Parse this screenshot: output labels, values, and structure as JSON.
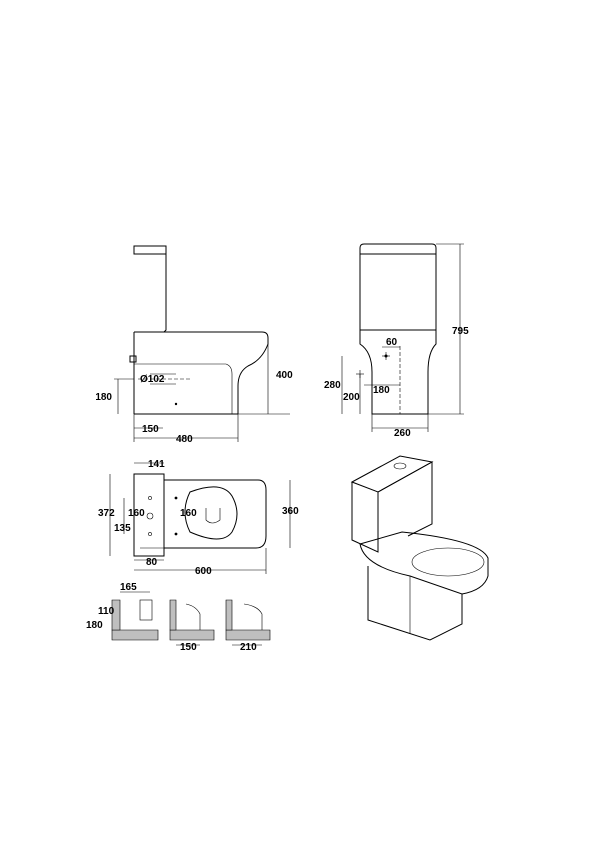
{
  "diagram": {
    "side_view": {
      "depth": "480",
      "outlet_offset": "150",
      "outlet_diameter": "Ø102",
      "outlet_height": "180",
      "seat_height": "400"
    },
    "front_view": {
      "height": "795",
      "inlet_spacing": "60",
      "inlet_height_1": "280",
      "inlet_height_2": "200",
      "inlet_offset": "180",
      "base_width": "260"
    },
    "top_view": {
      "cistern_depth": "141",
      "width_1": "372",
      "width_2": "360",
      "hole_spacing_left": "160",
      "hole_spacing_right": "160",
      "dim_135": "135",
      "dim_80": "80",
      "total_length": "600"
    },
    "pipe_details": {
      "dim_165": "165",
      "dim_110": "110",
      "dim_180": "180",
      "dim_150": "150",
      "dim_210": "210"
    }
  }
}
